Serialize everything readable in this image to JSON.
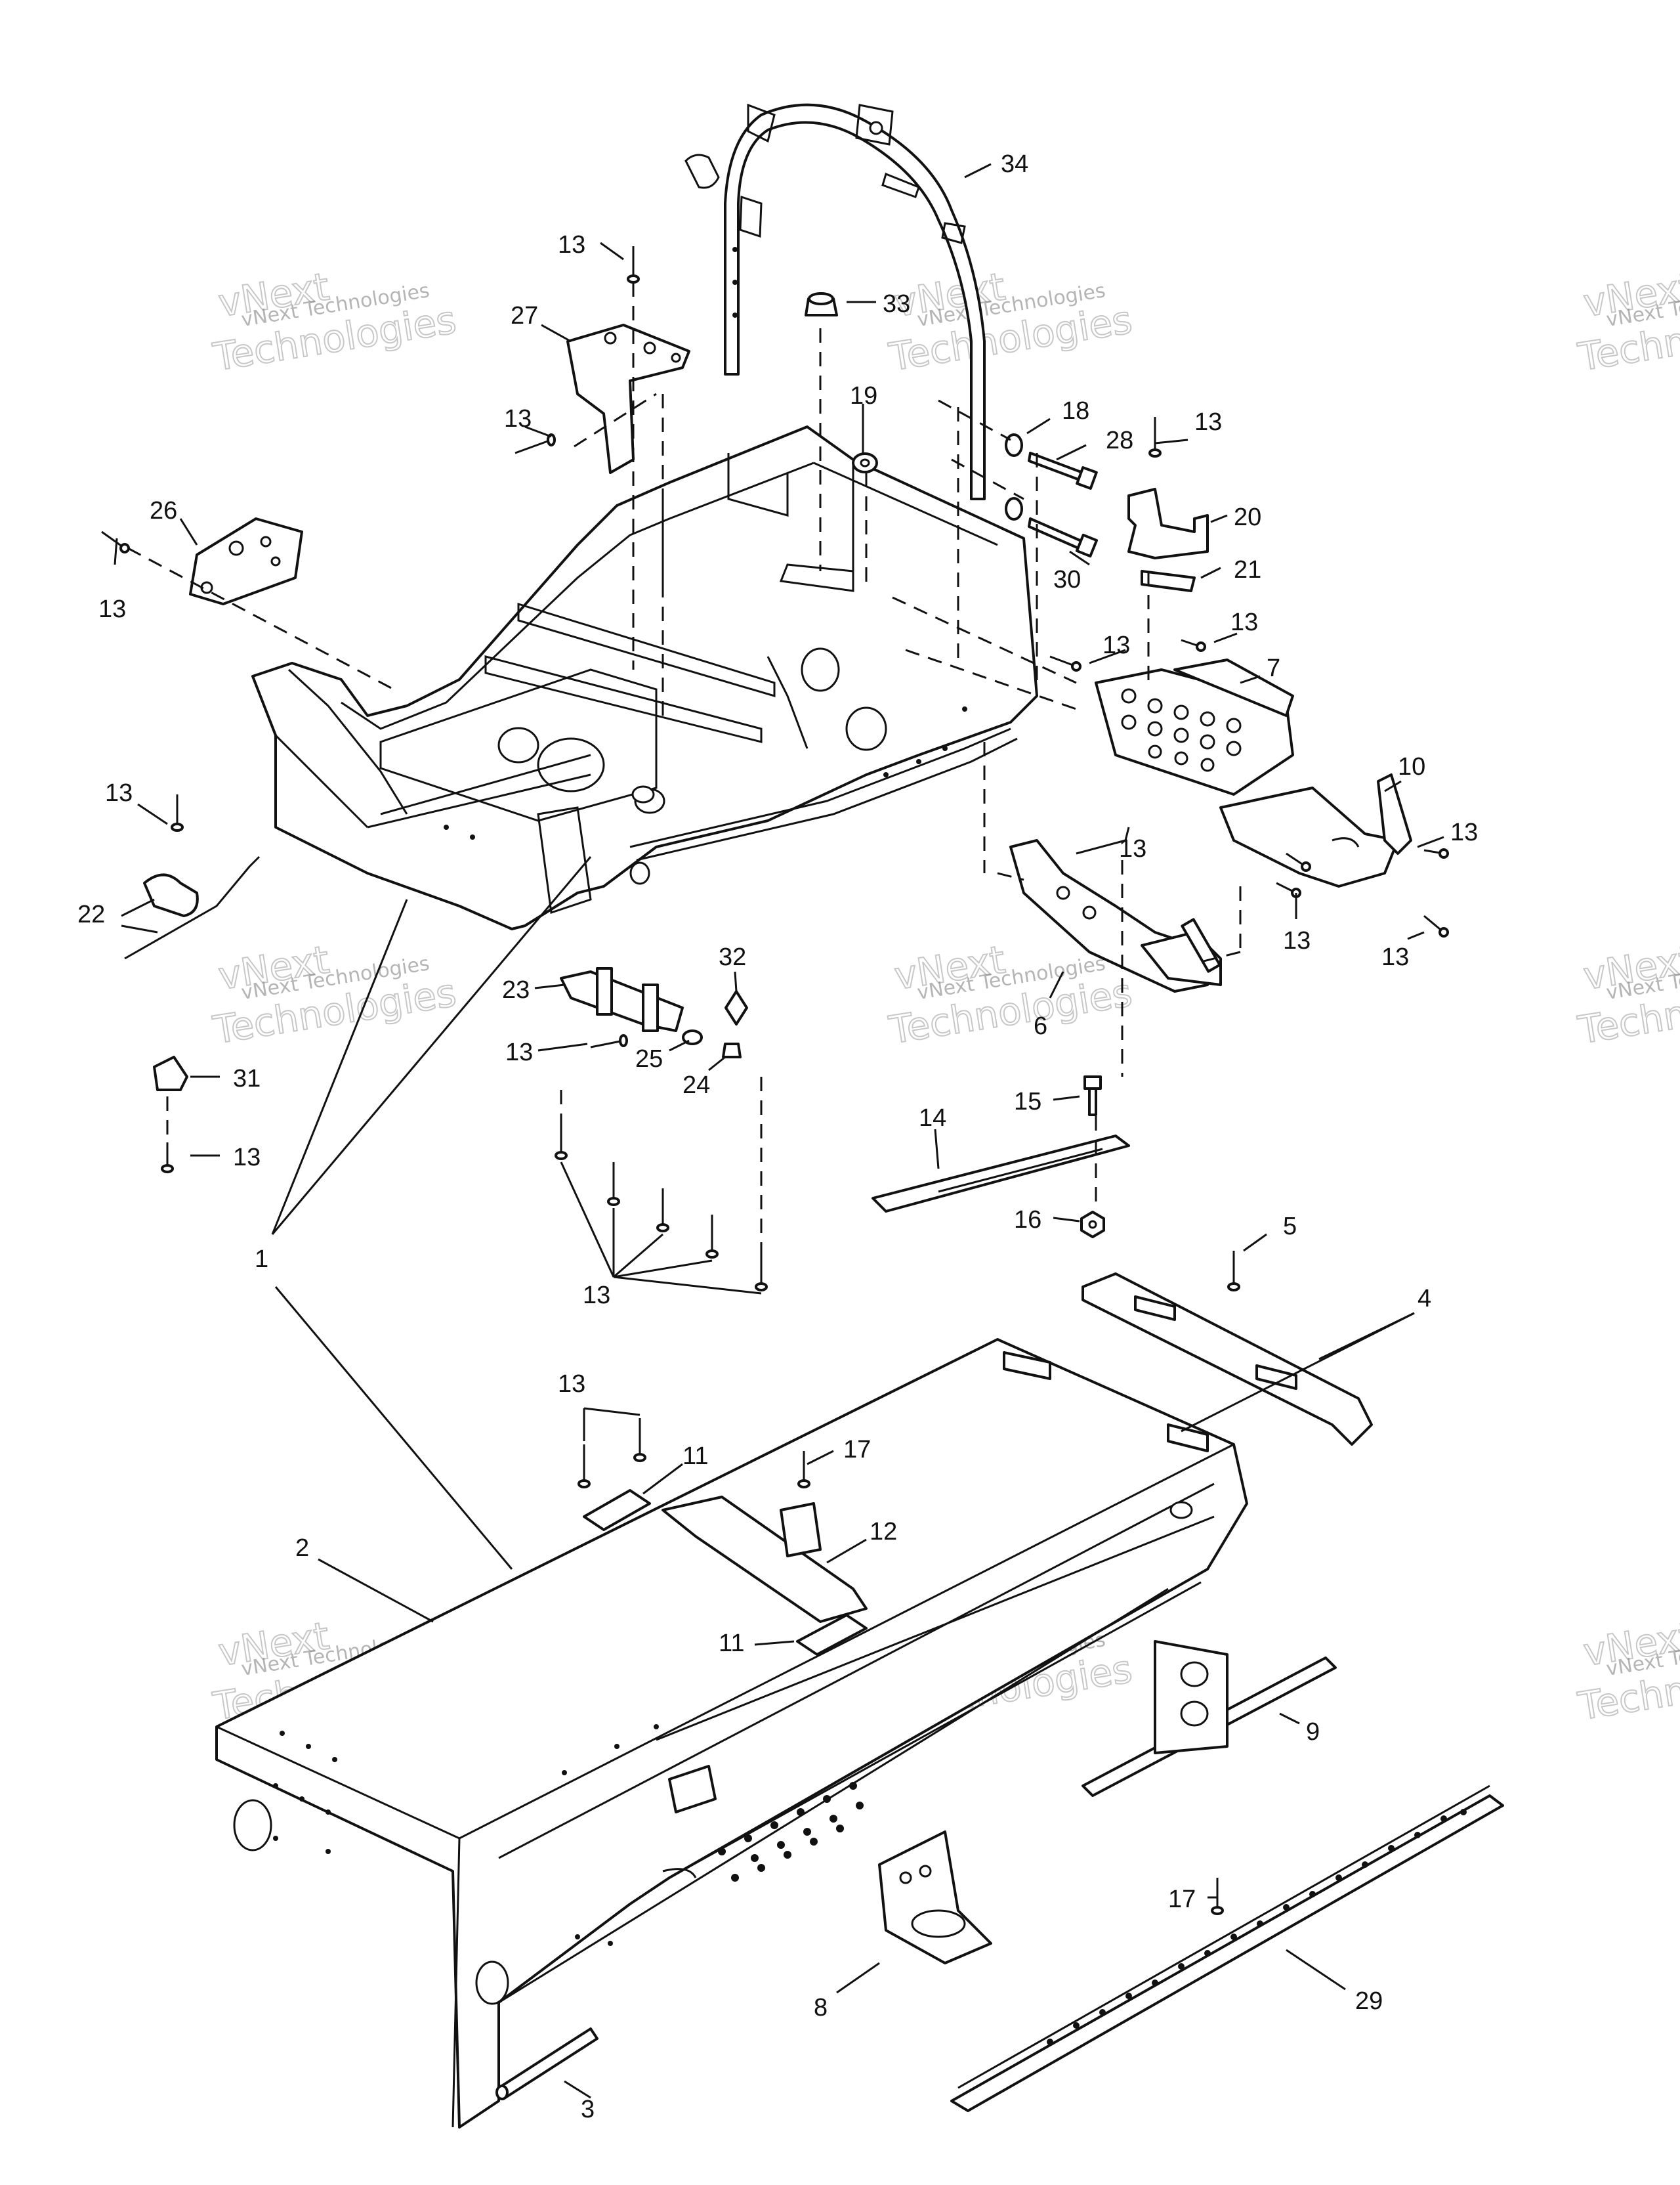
{
  "callouts": [
    "1",
    "2",
    "3",
    "4",
    "5",
    "6",
    "7",
    "8",
    "9",
    "10",
    "11",
    "11",
    "12",
    "13",
    "13",
    "13",
    "13",
    "13",
    "13",
    "13",
    "13",
    "13",
    "13",
    "13",
    "13",
    "13",
    "13",
    "13",
    "14",
    "15",
    "16",
    "17",
    "17",
    "18",
    "19",
    "20",
    "21",
    "22",
    "23",
    "24",
    "25",
    "26",
    "27",
    "28",
    "29",
    "30",
    "31",
    "32",
    "33",
    "34"
  ],
  "watermark": {
    "line1": "vNext Technologies",
    "line2": "vNext",
    "line3": "Technologies"
  }
}
